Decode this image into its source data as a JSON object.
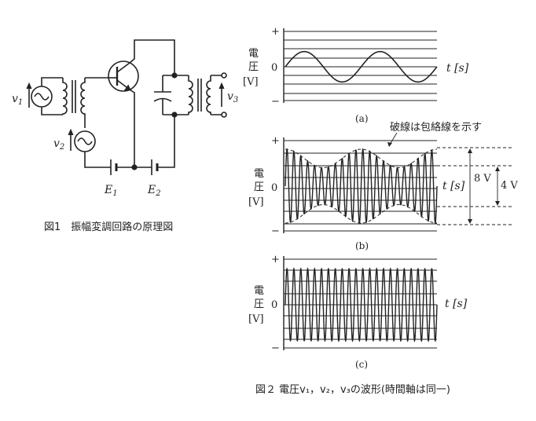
{
  "fig1": {
    "caption": "図1　振幅変調回路の原理図",
    "labels": {
      "v1_base": "v",
      "v1_sub": "1",
      "v2_base": "v",
      "v2_sub": "2",
      "v3_base": "v",
      "v3_sub": "3",
      "e1_base": "E",
      "e1_sub": "1",
      "e2_base": "E",
      "e2_sub": "2"
    }
  },
  "fig2": {
    "caption": "図２ 電圧v₁，v₂，v₃の波形(時間軸は同一)",
    "panels": [
      {
        "id": "a",
        "label": "(a)",
        "ylabel_1": "電",
        "ylabel_2": "圧",
        "ylabel_3": "[V]",
        "zero": "0",
        "plus": "+",
        "minus": "−",
        "xlabel": "t [s]"
      },
      {
        "id": "b",
        "label": "(b)",
        "ylabel_1": "電",
        "ylabel_2": "圧",
        "ylabel_3": "[V]",
        "zero": "0",
        "plus": "+",
        "minus": "−",
        "xlabel": "t [s]"
      },
      {
        "id": "c",
        "label": "(c)",
        "ylabel_1": "電",
        "ylabel_2": "圧",
        "ylabel_3": "[V]",
        "zero": "0",
        "plus": "+",
        "minus": "−",
        "xlabel": "t [s]"
      }
    ],
    "annotation": "破線は包絡線を示す",
    "dim_8v": "8 V",
    "dim_4v": "4 V"
  },
  "waves": {
    "a": {
      "cycles": 2,
      "amplitude_rel": 0.45
    },
    "b": {
      "carrier_cycles": 22,
      "env_cycles": 2,
      "env_max": 8,
      "env_min": 4
    },
    "c": {
      "carrier_cycles": 22,
      "amplitude_rel": 0.85
    }
  }
}
